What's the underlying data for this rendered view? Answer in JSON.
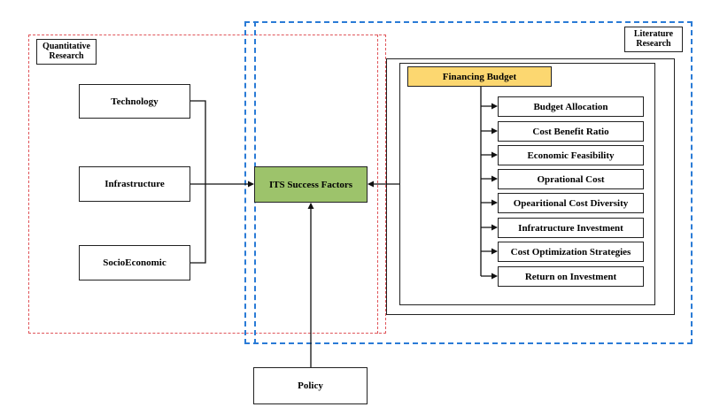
{
  "labels": {
    "quantitative": "Quantitative Research",
    "literature": "Literature Research"
  },
  "factors": [
    {
      "label": "Technology"
    },
    {
      "label": "Infrastructure"
    },
    {
      "label": "SocioEconomic"
    }
  ],
  "center": {
    "label": "ITS Success Factors"
  },
  "policy": {
    "label": "Policy"
  },
  "financing": {
    "label": "Financing Budget"
  },
  "budget_items": [
    {
      "label": "Budget Allocation"
    },
    {
      "label": "Cost Benefit Ratio"
    },
    {
      "label": "Economic Feasibility"
    },
    {
      "label": "Oprational Cost"
    },
    {
      "label": "Opearitional Cost Diversity"
    },
    {
      "label": "Infratructure Investment"
    },
    {
      "label": "Cost Optimization Strategies"
    },
    {
      "label": "Return on Investment"
    }
  ],
  "colors": {
    "quantitative_border": "#e0555a",
    "literature_border": "#2a7bd6",
    "center_fill": "#9dc36b",
    "financing_fill": "#fcd770"
  }
}
